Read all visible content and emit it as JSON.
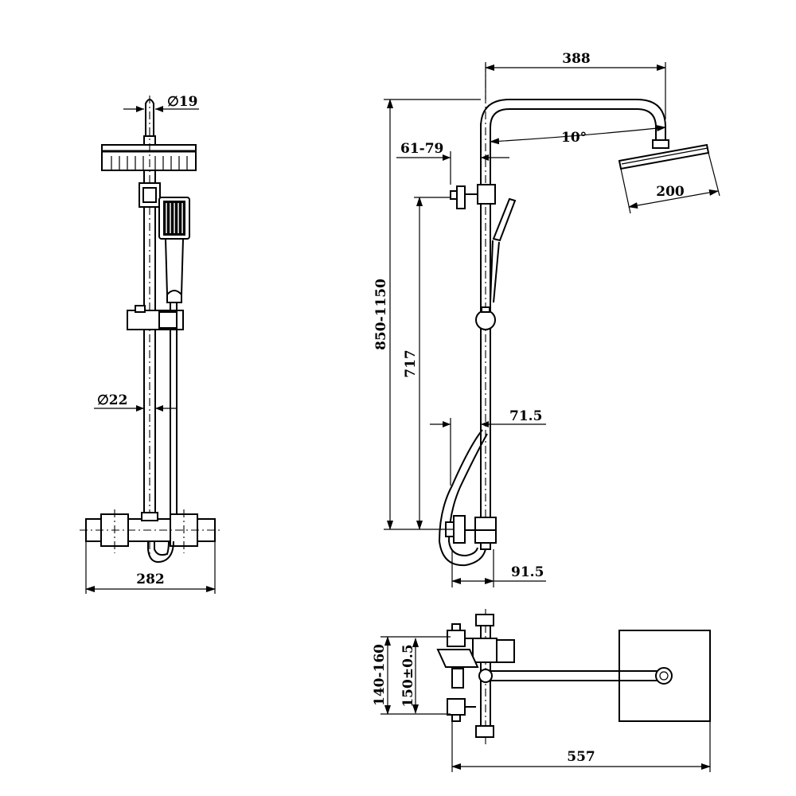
{
  "front_view": {
    "pipe_top_diameter": "∅19",
    "riser_diameter": "∅22",
    "overall_width": "282"
  },
  "side_view": {
    "arm_reach": "388",
    "arm_angle": "10°",
    "bracket_offset": "61-79",
    "shower_head_size": "200",
    "total_height": "850-1150",
    "slide_height": "717",
    "hose_offset": "71.5",
    "valve_depth": "91.5"
  },
  "top_view": {
    "inlet_range": "140-160",
    "inlet_centres": "150±0.5",
    "total_projection": "557"
  }
}
